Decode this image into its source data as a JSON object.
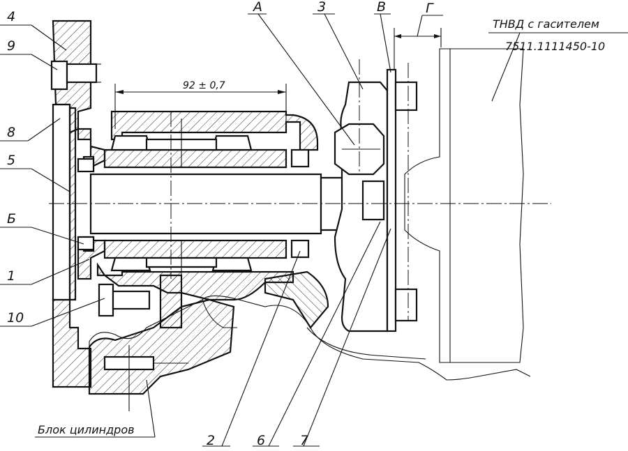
{
  "labels": {
    "l4": "4",
    "l9": "9",
    "l8": "8",
    "l5": "5",
    "lB6": "Б",
    "l1": "1",
    "l10": "10",
    "lA": "А",
    "l3": "3",
    "lV": "В",
    "lG": "Г",
    "l2": "2",
    "l6": "6",
    "l7": "7"
  },
  "dimension": "92 ± 0,7",
  "pump_title": "ТНВД с гасителем",
  "pump_code": "7511.1111450-10",
  "block_label": "Блок цилиндров"
}
